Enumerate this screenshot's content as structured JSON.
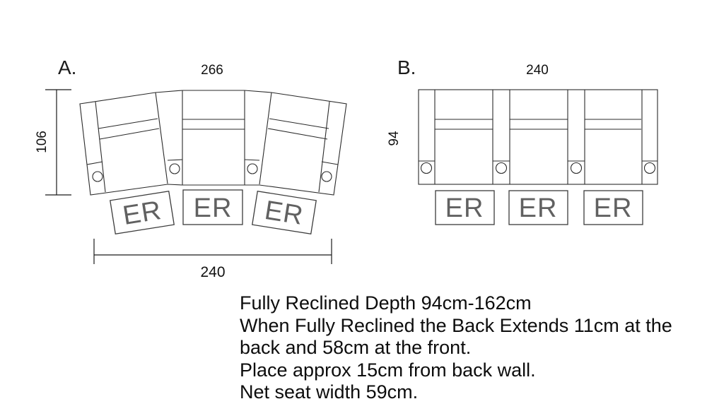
{
  "diagram_a": {
    "label": "A.",
    "width_top_cm": "266",
    "depth_cm": "106",
    "width_bottom_cm": "240",
    "footrests": [
      "ER",
      "ER",
      "ER"
    ]
  },
  "diagram_b": {
    "label": "B.",
    "width_top_cm": "240",
    "depth_cm": "94",
    "footrests": [
      "ER",
      "ER",
      "ER"
    ]
  },
  "notes": {
    "lines": [
      "Fully Reclined Depth 94cm-162cm",
      "When Fully Reclined the Back Extends 11cm at the",
      "back and 58cm at the front.",
      "Place approx 15cm from back wall.",
      "Net seat width 59cm."
    ]
  },
  "colors": {
    "drawing_line": "#2b2b2b",
    "er_text": "#616161"
  }
}
